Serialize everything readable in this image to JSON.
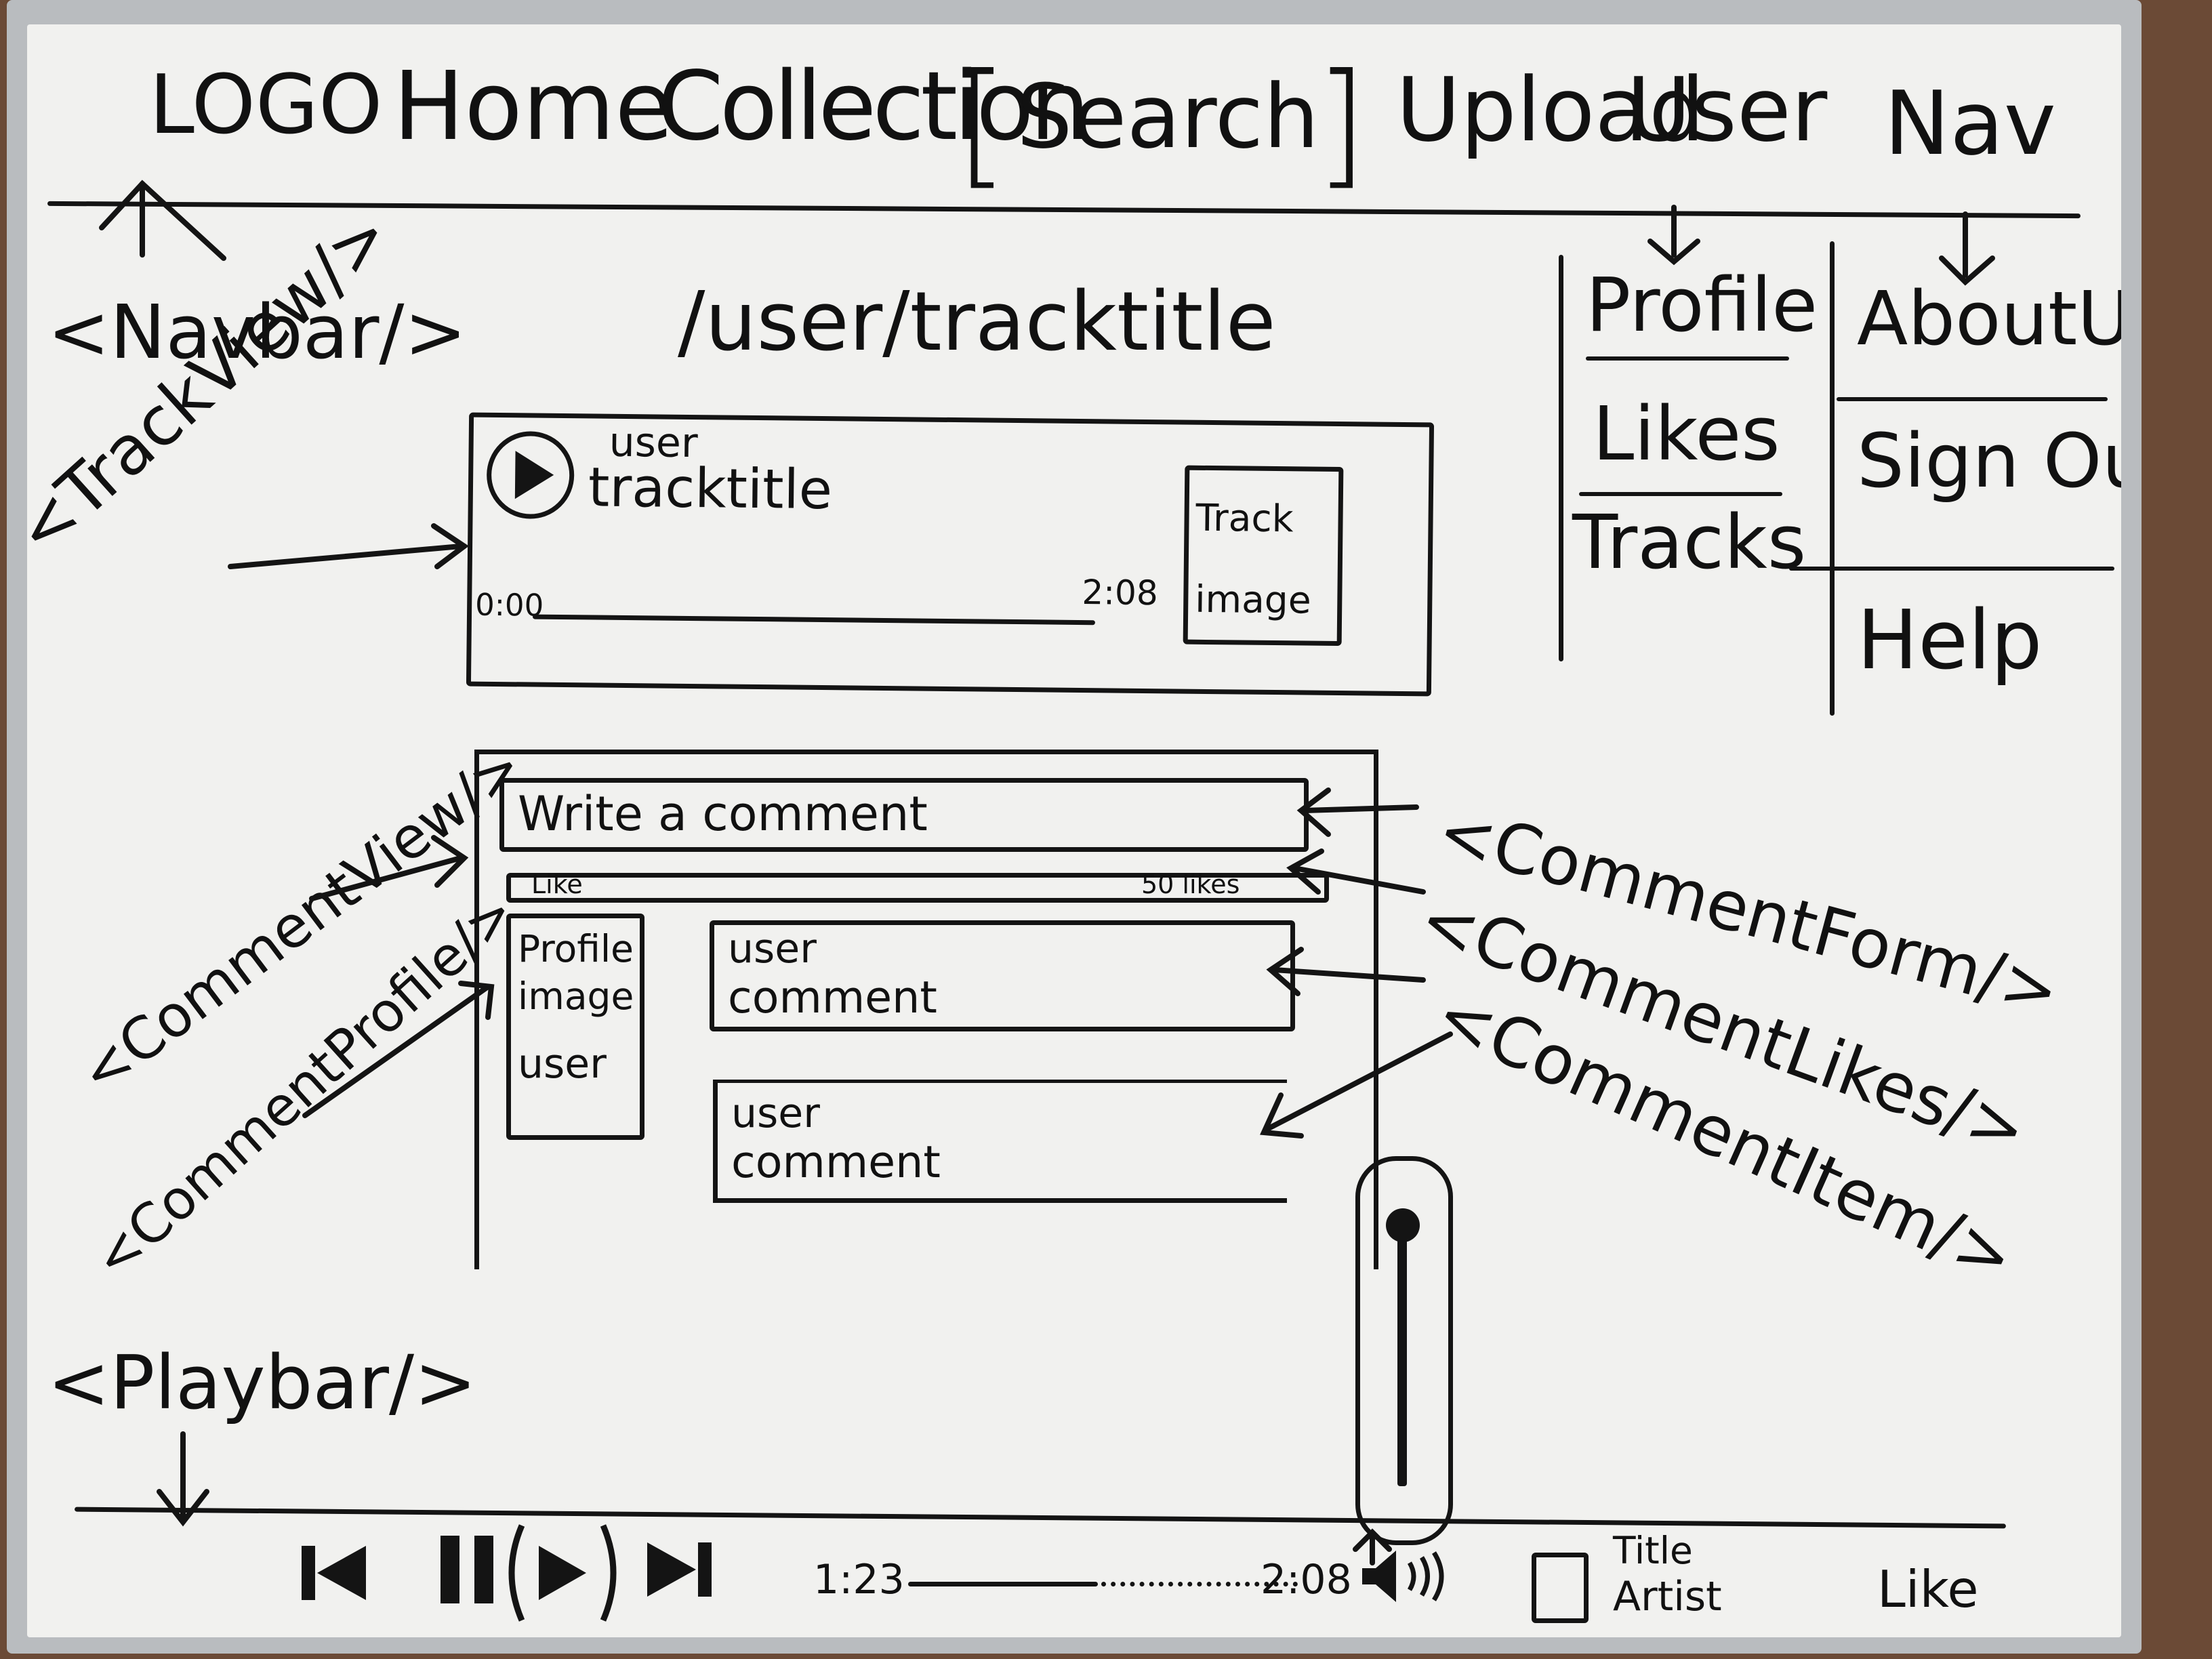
{
  "navbar": {
    "logo": "LOGO",
    "items": [
      "Home",
      "Collection"
    ],
    "search": "Search",
    "upload": "Upload",
    "user": "User",
    "nav": "Nav",
    "component_tag": "<Navbar/>"
  },
  "route": "/user/tracktitle",
  "user_menu": [
    "Profile",
    "Likes",
    "Tracks"
  ],
  "nav_menu": [
    "AboutUs",
    "Sign Out",
    "Help"
  ],
  "track_view": {
    "component_tag": "<TrackView/>",
    "user": "user",
    "title": "tracktitle",
    "time_start": "0:00",
    "time_end": "2:08",
    "image_label": "Track image"
  },
  "comment_view": {
    "component_tag": "<CommentView/>",
    "profile_tag": "<CommentProfile/>",
    "form_placeholder": "Write a comment",
    "like_label": "Like",
    "likes_count": "50 likes",
    "profile_image": "Profile image",
    "profile_user": "user",
    "comments": [
      {
        "user": "user",
        "text": "comment"
      },
      {
        "user": "user",
        "text": "comment"
      }
    ],
    "annotations": [
      "<CommentForm/>",
      "<CommentLikes/>",
      "<CommentItem/>"
    ]
  },
  "playbar": {
    "component_tag": "<Playbar/>",
    "time_current": "1:23",
    "time_total": "2:08",
    "title": "Title",
    "artist": "Artist",
    "like_label": "Like"
  }
}
